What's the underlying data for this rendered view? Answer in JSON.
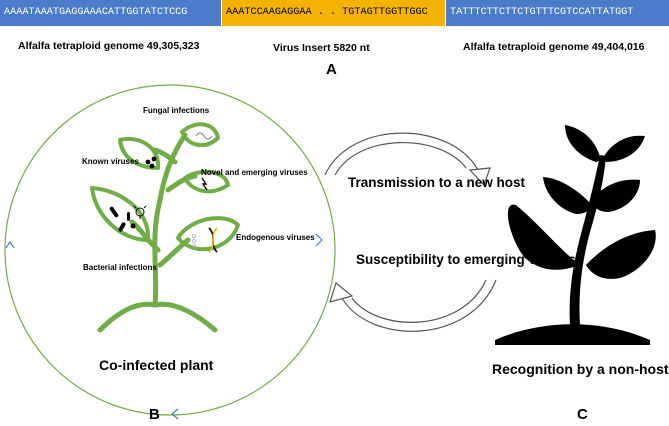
{
  "sequence_bar": {
    "left": "AAAATAAATGAGGAAACATTGGTATCTCCG",
    "middle": "AAATCCAAGAGGAA . . TGTAGTTGGTTGGC",
    "right": "TATTTCTTCTTCTGTTTCGTCCATTATGGT"
  },
  "genome_labels": {
    "left": "Alfalfa tetraploid genome 49,305,323",
    "insert": "Virus Insert  5820 nt",
    "right": "Alfalfa tetraploid genome 49,404,016"
  },
  "panel_letters": {
    "a": "A",
    "b": "B",
    "c": "C"
  },
  "infection_labels": {
    "fungal": "Fungal infections",
    "known": "Known viruses",
    "novel": "Novel and emerging viruses",
    "endogenous": "Endogenous viruses",
    "bacterial": "Bacterial infections"
  },
  "arrows": {
    "top": "Transmission to a new host",
    "bottom": "Susceptibility to emerging viruses"
  },
  "captions": {
    "left": "Co-infected plant",
    "right": "Recognition by a non-host"
  },
  "colors": {
    "blue_seq": "#4a7cc9",
    "yellow_seq": "#f5b301",
    "plant_green": "#70ad47"
  }
}
